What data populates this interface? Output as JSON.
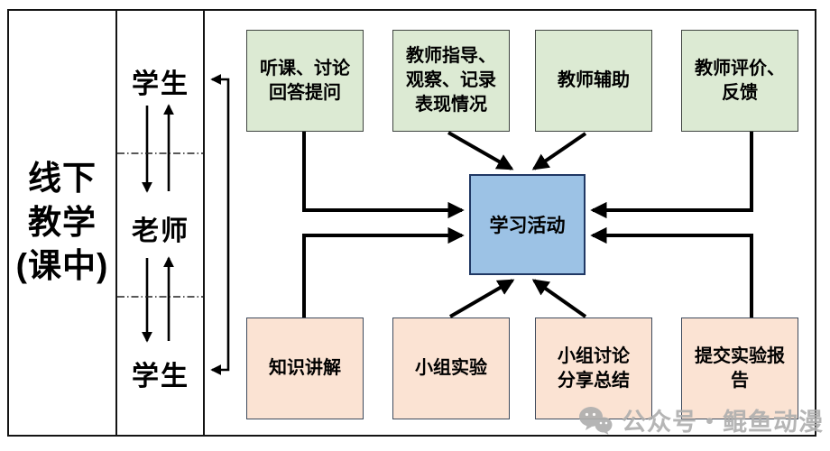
{
  "left_panel": {
    "title": "线下\n教学\n(课中)"
  },
  "lanes": {
    "top": "学生",
    "middle": "老师",
    "bottom": "学生"
  },
  "top_boxes": [
    {
      "label": "听课、讨论\n回答提问"
    },
    {
      "label": "教师指导、\n观察、记录\n表现情况"
    },
    {
      "label": "教师辅助"
    },
    {
      "label": "教师评价、\n反馈"
    }
  ],
  "center_box": {
    "label": "学习活动"
  },
  "bottom_boxes": [
    {
      "label": "知识讲解"
    },
    {
      "label": "小组实验"
    },
    {
      "label": "小组讨论\n分享总结"
    },
    {
      "label": "提交实验报\n告"
    }
  ],
  "watermark": {
    "text": "公众号・鲲鱼动漫",
    "icon": "wechat-icon"
  },
  "colors": {
    "top_box_fill": "#dcead3",
    "bottom_box_fill": "#fbe3d3",
    "center_box_fill": "#9cc2e5",
    "center_box_border": "#203864",
    "frame": "#141414",
    "arrow": "#000000",
    "watermark": "#aeaeae"
  }
}
